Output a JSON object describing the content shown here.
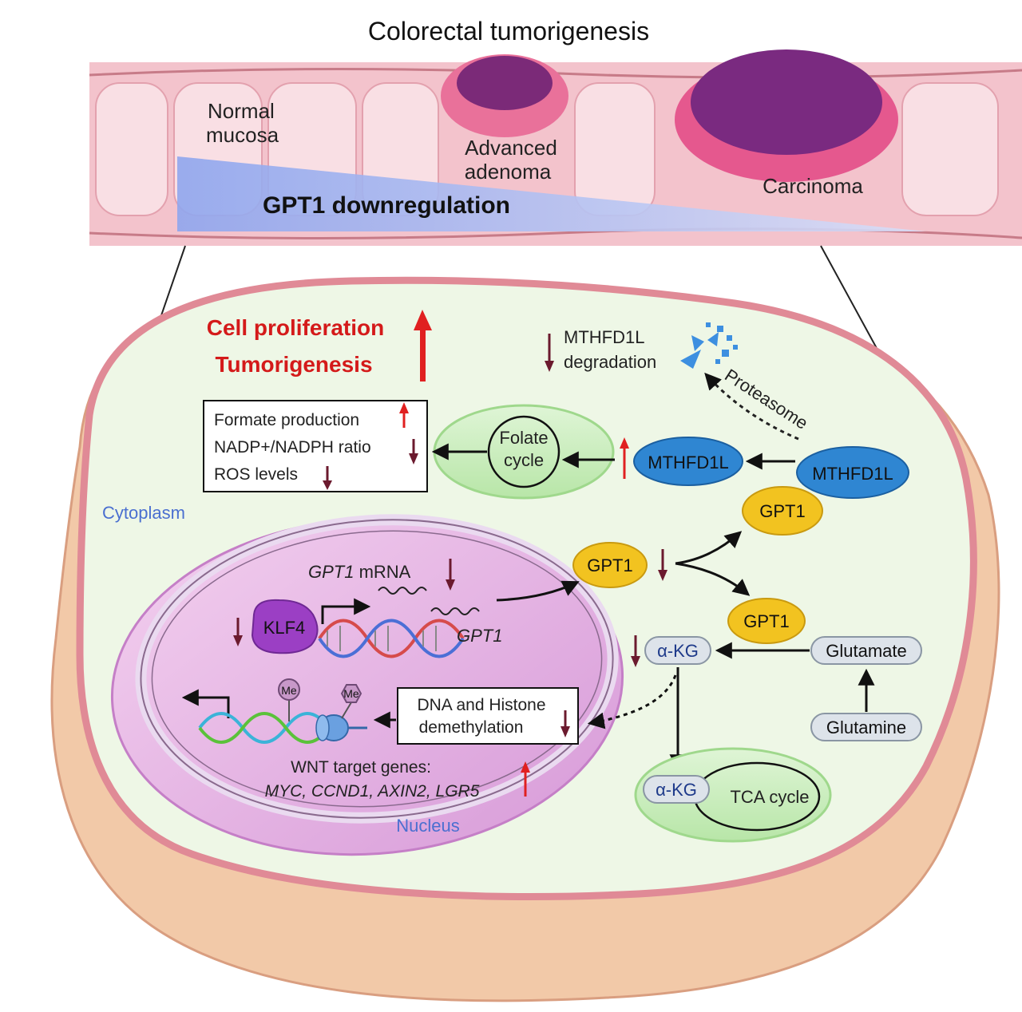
{
  "title": "Colorectal tumorigenesis",
  "colon": {
    "normal_line1": "Normal",
    "normal_line2": "mucosa",
    "adenoma_line1": "Advanced",
    "adenoma_line2": "adenoma",
    "carcinoma": "Carcinoma",
    "gradient_label": "GPT1 downregulation"
  },
  "outcome": {
    "line1": "Cell proliferation",
    "line2": "Tumorigenesis"
  },
  "degradation": {
    "line1": "MTHFD1L",
    "line2": "degradation",
    "proteasome": "Proteasome"
  },
  "effects_box": {
    "formate": "Formate production",
    "nadp": "NADP+/NADPH ratio",
    "ros": "ROS levels"
  },
  "folate": {
    "line1": "Folate",
    "line2": "cycle"
  },
  "proteins": {
    "mthfd1l_free": "MTHFD1L",
    "mthfd1l_bound": "MTHFD1L",
    "gpt1_bound": "GPT1",
    "gpt1_center": "GPT1",
    "gpt1_lower": "GPT1",
    "klf4": "KLF4"
  },
  "compartments": {
    "cytoplasm": "Cytoplasm",
    "nucleus": "Nucleus"
  },
  "nucleus_content": {
    "mrna_italic": "GPT1",
    "mrna_rest": " mRNA",
    "gene": "GPT1",
    "me1": "Me",
    "me2": "Me",
    "demeth_line1": "DNA and Histone",
    "demeth_line2": "demethylation",
    "wnt_title": "WNT target genes:",
    "wnt_genes": "MYC, CCND1, AXIN2, LGR5"
  },
  "metabolism": {
    "akg": "α-KG",
    "akg_tca": "α-KG",
    "tca": "TCA cycle",
    "glutamate": "Glutamate",
    "glutamine": "Glutamine"
  },
  "colors": {
    "up_arrow": "#e02020",
    "down_arrow": "#6b1a2e",
    "outcome_text": "#d41a1a",
    "cytoplasm_label": "#4a6fd0",
    "mthfd1l": "#2f86d2",
    "gpt1": "#f2c320",
    "klf4": "#9b3fc4"
  }
}
